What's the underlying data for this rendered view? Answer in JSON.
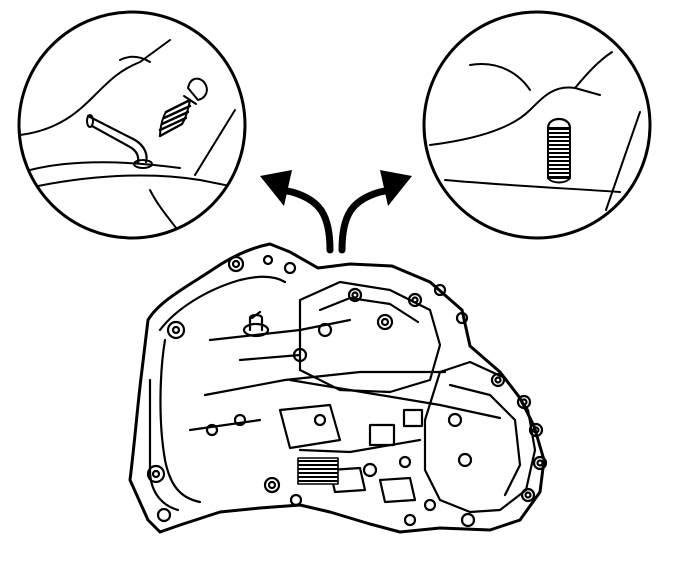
{
  "figure": {
    "kind": "technical-line-drawing",
    "colors": {
      "ink": "#000000",
      "paper": "#ffffff"
    },
    "parts": [
      "transaxle-housing",
      "breather-tube",
      "breather-plug",
      "detail-inset-left",
      "detail-inset-right",
      "callout-arrow-left",
      "callout-arrow-right"
    ]
  }
}
